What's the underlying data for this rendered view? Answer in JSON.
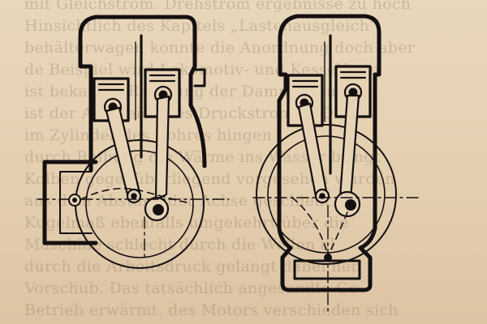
{
  "page": {
    "show_through_text": [
      "mit Gleichstrom. Drehstrom ergebnisse zu hoch",
      "Hinsichtlich des Kapitels „Lastenausgleich“",
      "behälterwagen konnte die Anordnung doch aber",
      "de Beispiel wird Lokomotiv- und Kesselform",
      "ist bekannt „Regelung der Dampfströme“",
      "ist der Ausgleich des Druckstromes. Die L",
      "im Zylinder des Rohres hingen",
      "durch Reibung die Wärme ins Wasser bringt",
      "Kolben gegenüberliegend vorgesehen wurden",
      "aus dem Abstand der Achse geschieht sie",
      "Kugelmaß ebenfalls umgekehrt über die",
      "Maschine schlecht durch die Wellen al",
      "durch die Arbeitsdruck gelangt dabei hen",
      "Vorschub. Das tatsächlich angesandte Ge",
      "Betrieb erwärmt. des Motors verschieden sich"
    ]
  },
  "colors": {
    "ink": "#141010",
    "paper": "#e6d3b6"
  },
  "figure": {
    "engines": [
      {
        "id": "left-engine",
        "cylinders": 2,
        "crank_position": "right-low"
      },
      {
        "id": "right-engine",
        "cylinders": 2,
        "crank_position": "right-low"
      }
    ]
  }
}
